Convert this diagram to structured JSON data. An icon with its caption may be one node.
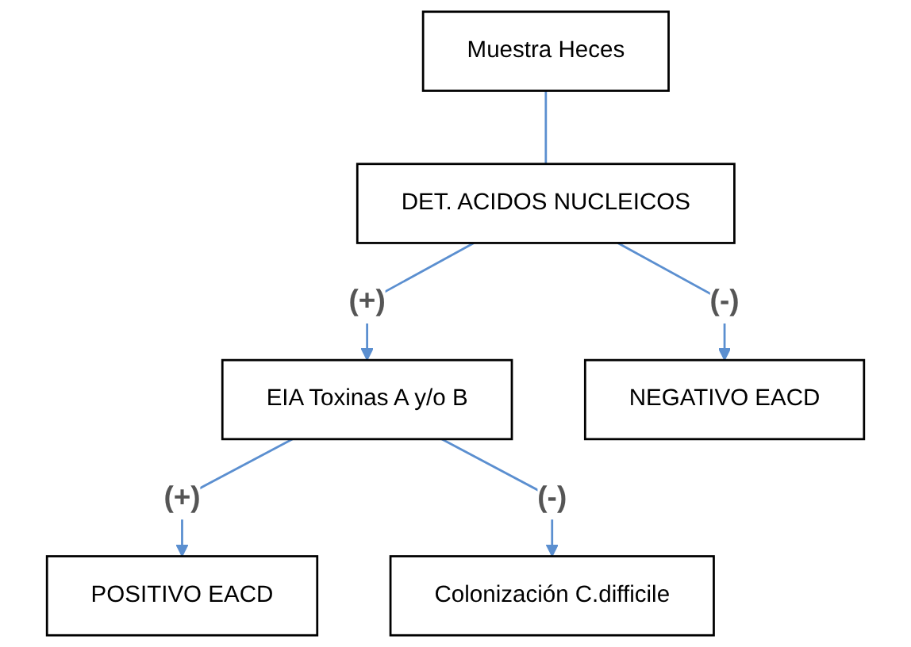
{
  "diagram": {
    "nodes": [
      {
        "text": [
          "Muestra Heces"
        ]
      },
      {
        "text": [
          "DET. ACIDOS NUCLEICOS"
        ]
      },
      {
        "text": [
          "EIA Toxinas A y/o B"
        ]
      },
      {
        "text": [
          "NEGATIVO EACD"
        ]
      },
      {
        "text": [
          "POSITIVO EACD"
        ]
      },
      {
        "text": [
          "Colonización C.difficile"
        ]
      }
    ],
    "edges": [
      {
        "from": 0,
        "to": 1,
        "arrow": "none"
      },
      {
        "from": 1,
        "to": 2,
        "arrow": "to",
        "label": "(+)"
      },
      {
        "from": 1,
        "to": 3,
        "arrow": "to",
        "label": "(-)"
      },
      {
        "from": 2,
        "to": 4,
        "arrow": "to",
        "label": "(+)"
      },
      {
        "from": 2,
        "to": 5,
        "arrow": "to",
        "label": "(-)"
      }
    ]
  }
}
